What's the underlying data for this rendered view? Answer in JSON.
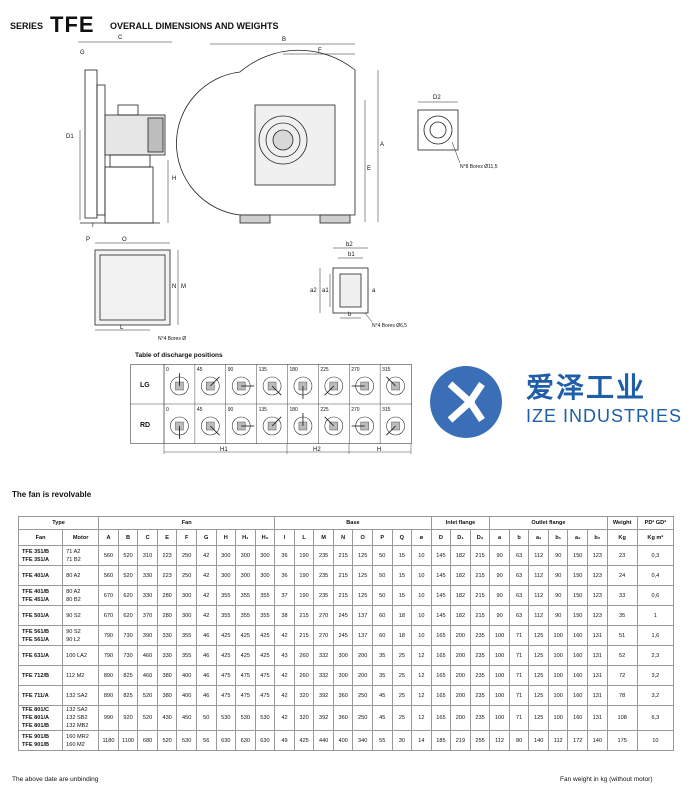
{
  "header": {
    "series": "SERIES",
    "code": "TFE",
    "title": "OVERALL DIMENSIONS AND WEIGHTS"
  },
  "drawing_labels": {
    "C": "C",
    "G": "G",
    "D1": "D1",
    "I": "I",
    "B": "B",
    "F": "F",
    "A": "A",
    "E": "E",
    "H": "H",
    "D2": "D2",
    "bores8": "N°8 Bores Ø11,5",
    "P": "P",
    "O": "O",
    "N": "N",
    "M": "M",
    "L": "L",
    "bores_d": "N°4 Bores Ø",
    "b2": "b2",
    "b1": "b1",
    "a2": "a2",
    "a1": "a1",
    "a": "a",
    "b": "b",
    "bores4": "N°4 Bores Ø6,5"
  },
  "discharge": {
    "title": "Table of discharge positions",
    "row_lg": "LG",
    "row_rd": "RD",
    "angles": [
      "0",
      "45",
      "90",
      "135",
      "180",
      "225",
      "270",
      "315"
    ],
    "groups": [
      "H1",
      "H2",
      "H"
    ]
  },
  "logo": {
    "cn": "爱泽工业",
    "en": "IZE INDUSTRIES"
  },
  "note_revolvable": "The fan is revolvable",
  "table": {
    "group_headers": {
      "type": "Type",
      "fan": "Fan",
      "base": "Base",
      "inlet": "Inlet flange",
      "outlet": "Outlet flange",
      "weight": "Weight",
      "pd": "PD² GD²"
    },
    "sub_headers": [
      "Fan",
      "Motor",
      "A",
      "B",
      "C",
      "E",
      "F",
      "G",
      "H",
      "H₁",
      "H₂",
      "I",
      "L",
      "M",
      "N",
      "O",
      "P",
      "Q",
      "ø",
      "D",
      "D₁",
      "D₂",
      "a",
      "b",
      "a₁",
      "b₁",
      "a₂",
      "b₂",
      "Kg",
      "Kg m²"
    ],
    "rows": [
      {
        "fan": [
          "TFE  351/B",
          "TFE  351/A"
        ],
        "motor": [
          "71  A2",
          "71  B2"
        ],
        "v": [
          "560",
          "520",
          "310",
          "223",
          "250",
          "42",
          "300",
          "300",
          "300",
          "36",
          "190",
          "235",
          "215",
          "125",
          "50",
          "15",
          "10",
          "145",
          "182",
          "215",
          "90",
          "63",
          "112",
          "90",
          "150",
          "123",
          "23",
          "0,3"
        ]
      },
      {
        "fan": [
          "TFE  401/A"
        ],
        "motor": [
          "80  A2"
        ],
        "v": [
          "560",
          "520",
          "330",
          "223",
          "250",
          "42",
          "300",
          "300",
          "300",
          "36",
          "190",
          "235",
          "215",
          "125",
          "50",
          "15",
          "10",
          "145",
          "182",
          "215",
          "90",
          "63",
          "112",
          "90",
          "150",
          "123",
          "24",
          "0,4"
        ]
      },
      {
        "fan": [
          "TFE  401/B",
          "TFE  451/A"
        ],
        "motor": [
          "80  A2",
          "80  B2"
        ],
        "v": [
          "670",
          "620",
          "330",
          "280",
          "300",
          "42",
          "355",
          "355",
          "355",
          "37",
          "190",
          "235",
          "215",
          "125",
          "50",
          "15",
          "10",
          "145",
          "182",
          "215",
          "90",
          "63",
          "112",
          "90",
          "150",
          "123",
          "33",
          "0,6"
        ]
      },
      {
        "fan": [
          "TFE  501/A"
        ],
        "motor": [
          "90  S2"
        ],
        "v": [
          "670",
          "620",
          "370",
          "280",
          "300",
          "42",
          "355",
          "355",
          "355",
          "38",
          "215",
          "270",
          "245",
          "137",
          "60",
          "18",
          "10",
          "145",
          "182",
          "215",
          "90",
          "63",
          "112",
          "90",
          "150",
          "123",
          "35",
          "1"
        ]
      },
      {
        "fan": [
          "TFE  561/B",
          "TFE  561/A"
        ],
        "motor": [
          "90  S2",
          "90  L2"
        ],
        "v": [
          "790",
          "730",
          "390",
          "330",
          "355",
          "46",
          "425",
          "425",
          "425",
          "42",
          "215",
          "270",
          "245",
          "137",
          "60",
          "18",
          "10",
          "165",
          "200",
          "235",
          "100",
          "71",
          "125",
          "100",
          "160",
          "131",
          "51",
          "1,6"
        ]
      },
      {
        "fan": [
          "TFE  631/A"
        ],
        "motor": [
          "100  LA2"
        ],
        "v": [
          "790",
          "730",
          "460",
          "330",
          "355",
          "46",
          "425",
          "425",
          "425",
          "43",
          "260",
          "332",
          "300",
          "200",
          "35",
          "25",
          "12",
          "165",
          "200",
          "235",
          "100",
          "71",
          "125",
          "100",
          "160",
          "131",
          "52",
          "2,3"
        ]
      },
      {
        "fan": [
          "TFE  712/B"
        ],
        "motor": [
          "112  M2"
        ],
        "v": [
          "890",
          "825",
          "460",
          "380",
          "400",
          "46",
          "475",
          "475",
          "475",
          "42",
          "260",
          "332",
          "300",
          "200",
          "35",
          "25",
          "12",
          "165",
          "200",
          "235",
          "100",
          "71",
          "125",
          "100",
          "160",
          "131",
          "72",
          "3,2"
        ]
      },
      {
        "fan": [
          "TFE  711/A"
        ],
        "motor": [
          "132  SA2"
        ],
        "v": [
          "890",
          "825",
          "520",
          "380",
          "400",
          "46",
          "475",
          "475",
          "475",
          "42",
          "320",
          "392",
          "360",
          "250",
          "45",
          "25",
          "12",
          "165",
          "200",
          "235",
          "100",
          "71",
          "125",
          "100",
          "160",
          "131",
          "78",
          "3,2"
        ]
      },
      {
        "fan": [
          "TFE  801/C",
          "TFE  801/A",
          "TFE  801/B"
        ],
        "motor": [
          "132  SA2",
          "132  SB2",
          "132  MB2"
        ],
        "v": [
          "990",
          "920",
          "520",
          "430",
          "450",
          "50",
          "530",
          "530",
          "530",
          "42",
          "320",
          "392",
          "360",
          "250",
          "45",
          "25",
          "12",
          "165",
          "200",
          "235",
          "100",
          "71",
          "125",
          "100",
          "160",
          "131",
          "108",
          "6,3"
        ]
      },
      {
        "fan": [
          "TFE  901/B",
          "TFE  901/B"
        ],
        "motor": [
          "160  MR2",
          "160  M2"
        ],
        "v": [
          "1180",
          "1100",
          "680",
          "520",
          "530",
          "56",
          "630",
          "630",
          "630",
          "49",
          "425",
          "440",
          "400",
          "340",
          "55",
          "30",
          "14",
          "185",
          "219",
          "255",
          "112",
          "80",
          "140",
          "112",
          "172",
          "140",
          "175",
          "10"
        ]
      }
    ]
  },
  "footer": {
    "left": "The above date are unbinding",
    "right": "Fan weight in kg (without motor)"
  }
}
